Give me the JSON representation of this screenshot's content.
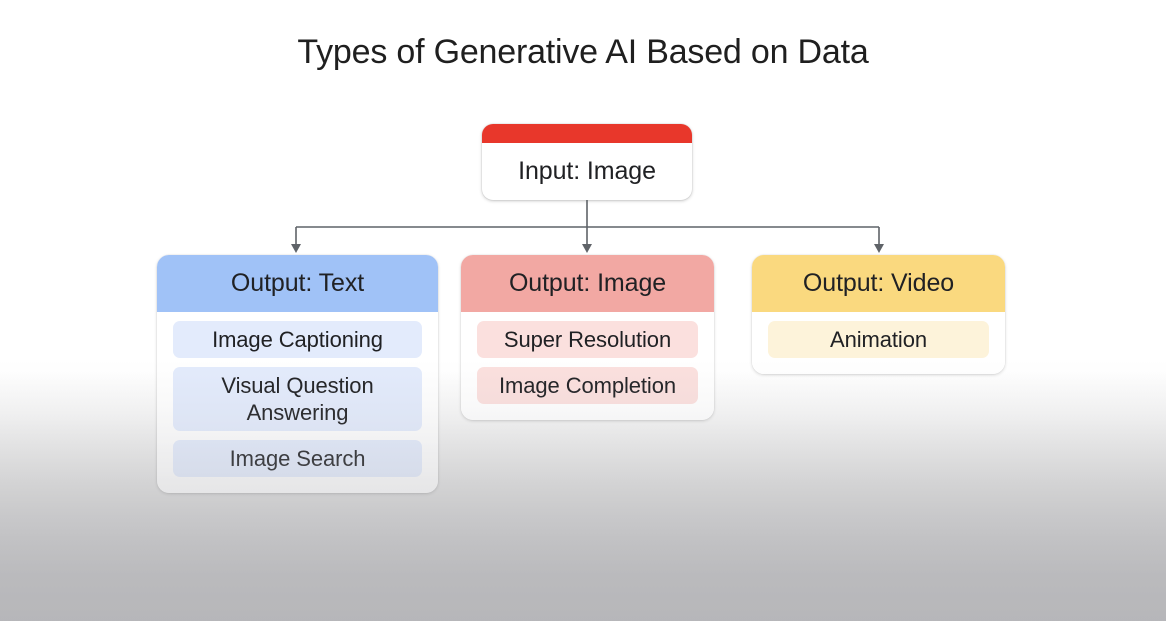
{
  "slide": {
    "title": "Types of Generative AI Based on Data",
    "background_top_color": "#ffffff",
    "background_bottom_color": "#bcbcbe",
    "connector_color": "#5f6368"
  },
  "input_node": {
    "label": "Input: Image",
    "strip_color": "#e8372b",
    "body_color": "#ffffff"
  },
  "outputs": [
    {
      "header": "Output: Text",
      "header_color": "#a0c2f7",
      "chip_color": "#e3ebfc",
      "items": [
        "Image Captioning",
        "Visual Question Answering",
        "Image Search"
      ]
    },
    {
      "header": "Output: Image",
      "header_color": "#f2a8a3",
      "chip_color": "#fbe0de",
      "items": [
        "Super Resolution",
        "Image Completion"
      ]
    },
    {
      "header": "Output: Video",
      "header_color": "#fad97f",
      "chip_color": "#fdf3da",
      "items": [
        "Animation"
      ]
    }
  ]
}
